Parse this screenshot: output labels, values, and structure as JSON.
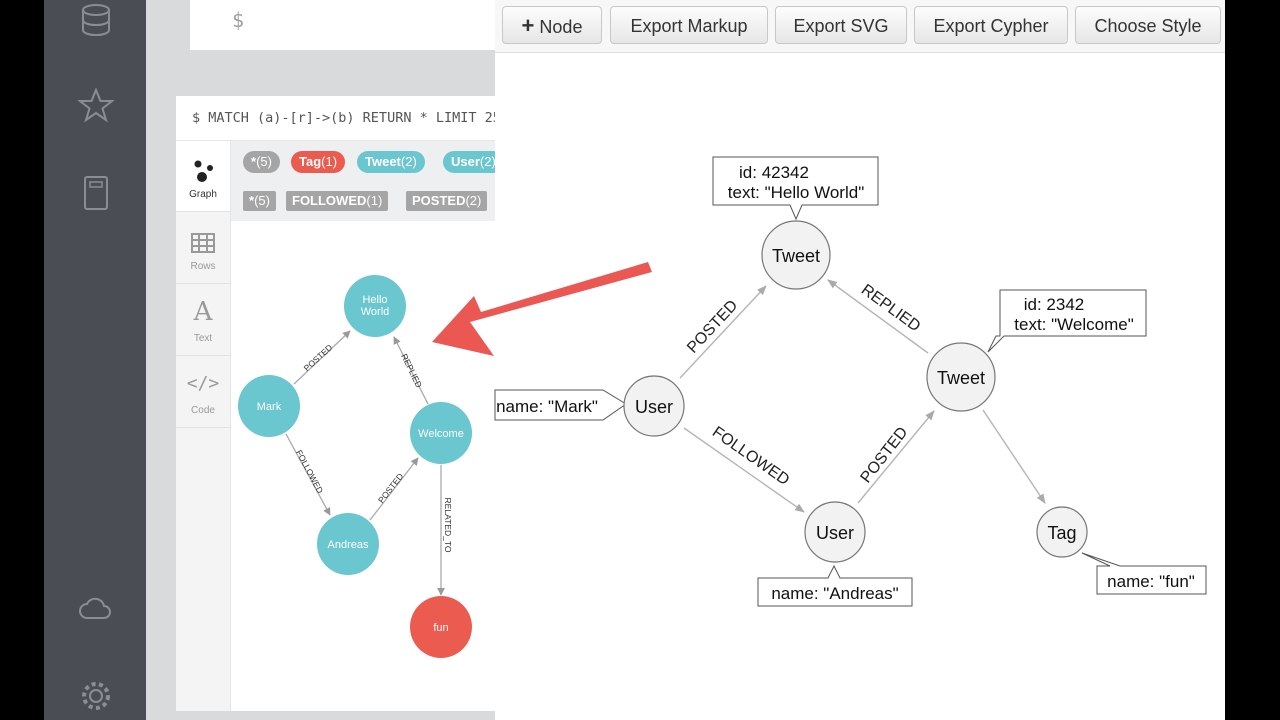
{
  "editor": {
    "prompt": "$"
  },
  "frame": {
    "query": "$ MATCH (a)-[r]->(b) RETURN * LIMIT 25"
  },
  "nav": {
    "graph": "Graph",
    "rows": "Rows",
    "text": "Text",
    "code": "Code"
  },
  "legend": {
    "labels": [
      {
        "name": "*",
        "count": "(5)"
      },
      {
        "name": "Tag",
        "count": "(1)"
      },
      {
        "name": "Tweet",
        "count": "(2)"
      },
      {
        "name": "User",
        "count": "(2)"
      }
    ],
    "rels": [
      {
        "name": "*",
        "count": "(5)"
      },
      {
        "name": "FOLLOWED",
        "count": "(1)"
      },
      {
        "name": "POSTED",
        "count": "(2)"
      }
    ]
  },
  "graph_small": {
    "nodes": {
      "hello": "Hello World",
      "mark": "Mark",
      "welcome": "Welcome",
      "andreas": "Andreas",
      "fun": "fun"
    },
    "rels": {
      "posted1": "POSTED",
      "replied": "REPLIED",
      "followed": "FOLLOWED",
      "posted2": "POSTED",
      "related": "RELATED_TO"
    }
  },
  "toolbar": {
    "node": "Node",
    "export_markup": "Export Markup",
    "export_svg": "Export SVG",
    "export_cypher": "Export Cypher",
    "choose_style": "Choose Style"
  },
  "graph_big": {
    "nodes": {
      "tweet1": "Tweet",
      "tweet2": "Tweet",
      "user1": "User",
      "user2": "User",
      "tag": "Tag"
    },
    "rels": {
      "posted1": "POSTED",
      "replied": "REPLIED",
      "followed": "FOLLOWED",
      "posted2": "POSTED"
    },
    "props": {
      "tweet1_id": "id: 42342",
      "tweet1_text": "text: \"Hello World\"",
      "tweet2_id": "id: 2342",
      "tweet2_text": "text: \"Welcome\"",
      "mark": "name: \"Mark\"",
      "andreas": "name: \"Andreas\"",
      "fun": "name: \"fun\""
    }
  },
  "colors": {
    "sidebar": "#4a4e54",
    "node_teal": "#6ac6cf",
    "node_red": "#ec5b4f",
    "arrow": "#e94a45",
    "legend_tweet": "#6ac6cf",
    "legend_tag": "#ec5b4f"
  }
}
